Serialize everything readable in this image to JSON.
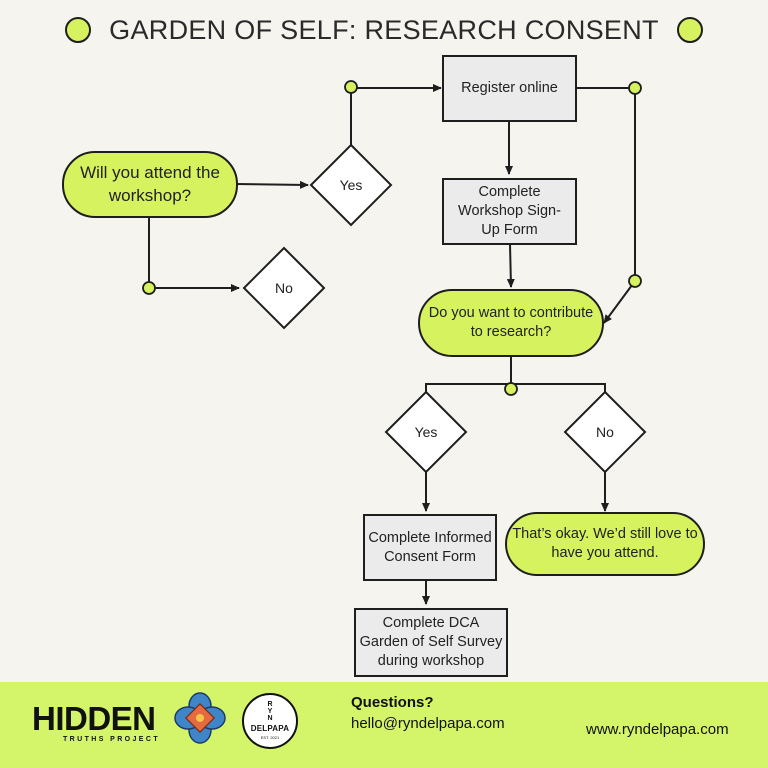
{
  "title": "GARDEN OF SELF: RESEARCH CONSENT",
  "colors": {
    "accent": "#d7f25f",
    "footer": "#d4f56a",
    "box_fill": "#ebebeb",
    "background": "#f6f4ef",
    "stroke": "#1e1e1e"
  },
  "nodes": {
    "attend_question": "Will you attend the workshop?",
    "yes_attend": "Yes",
    "no_attend": "No",
    "register_online": "Register online",
    "workshop_signup": "Complete Workshop Sign-Up Form",
    "research_question": "Do you want to contribute to research?",
    "yes_research": "Yes",
    "no_research": "No",
    "consent_form": "Complete Informed Consent Form",
    "survey": "Complete DCA Garden of Self Survey during workshop",
    "still_attend": "That’s okay. We’d still love to have you attend."
  },
  "footer": {
    "logo_hidden_text": "HIDDEN",
    "logo_hidden_sub": "TRUTHS PROJECT",
    "seal_top": "R\nY\nN",
    "seal_main": "DELPAPA",
    "seal_sub": "EST. 2021",
    "questions_label": "Questions?",
    "email": "hello@ryndelpapa.com",
    "website": "www.ryndelpapa.com"
  }
}
